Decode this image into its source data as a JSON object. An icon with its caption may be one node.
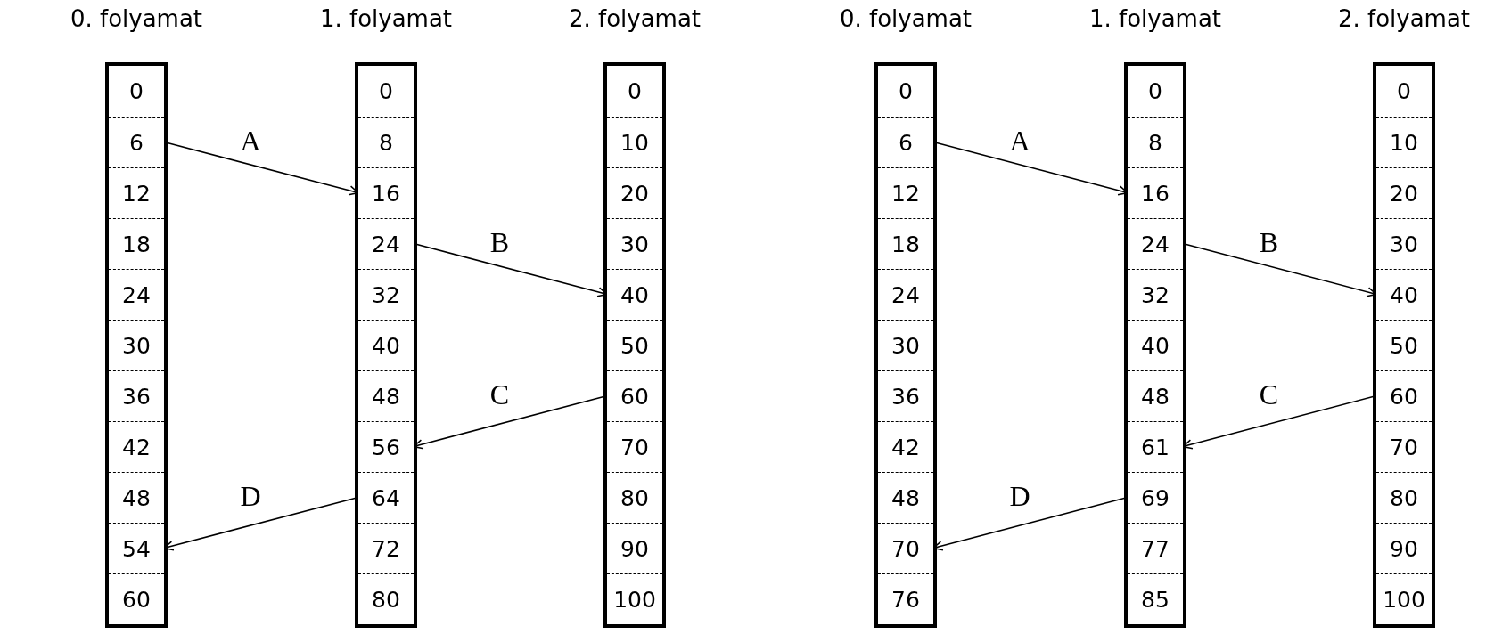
{
  "diagram": {
    "nodes": [
      {
        "text": [
          "0. folyamat"
        ]
      },
      {
        "text": [
          "0"
        ],
        "in": 0
      },
      {
        "text": [
          "6"
        ],
        "in": 0
      },
      {
        "text": [
          "12"
        ],
        "in": 0
      },
      {
        "text": [
          "18"
        ],
        "in": 0
      },
      {
        "text": [
          "24"
        ],
        "in": 0
      },
      {
        "text": [
          "30"
        ],
        "in": 0
      },
      {
        "text": [
          "36"
        ],
        "in": 0
      },
      {
        "text": [
          "42"
        ],
        "in": 0
      },
      {
        "text": [
          "48"
        ],
        "in": 0
      },
      {
        "text": [
          "54"
        ],
        "in": 0
      },
      {
        "text": [
          "60"
        ],
        "in": 0
      },
      {
        "text": [
          "1. folyamat"
        ]
      },
      {
        "text": [
          "0"
        ],
        "in": 12
      },
      {
        "text": [
          "8"
        ],
        "in": 12
      },
      {
        "text": [
          "16"
        ],
        "in": 12
      },
      {
        "text": [
          "24"
        ],
        "in": 12
      },
      {
        "text": [
          "32"
        ],
        "in": 12
      },
      {
        "text": [
          "40"
        ],
        "in": 12
      },
      {
        "text": [
          "48"
        ],
        "in": 12
      },
      {
        "text": [
          "56"
        ],
        "in": 12
      },
      {
        "text": [
          "64"
        ],
        "in": 12
      },
      {
        "text": [
          "72"
        ],
        "in": 12
      },
      {
        "text": [
          "80"
        ],
        "in": 12
      },
      {
        "text": [
          "2. folyamat"
        ]
      },
      {
        "text": [
          "0"
        ],
        "in": 24
      },
      {
        "text": [
          "10"
        ],
        "in": 24
      },
      {
        "text": [
          "20"
        ],
        "in": 24
      },
      {
        "text": [
          "30"
        ],
        "in": 24
      },
      {
        "text": [
          "40"
        ],
        "in": 24
      },
      {
        "text": [
          "50"
        ],
        "in": 24
      },
      {
        "text": [
          "60"
        ],
        "in": 24
      },
      {
        "text": [
          "70"
        ],
        "in": 24
      },
      {
        "text": [
          "80"
        ],
        "in": 24
      },
      {
        "text": [
          "90"
        ],
        "in": 24
      },
      {
        "text": [
          "100"
        ],
        "in": 24
      },
      {
        "text": [
          "0. folyamat"
        ]
      },
      {
        "text": [
          "0"
        ],
        "in": 36
      },
      {
        "text": [
          "6"
        ],
        "in": 36
      },
      {
        "text": [
          "12"
        ],
        "in": 36
      },
      {
        "text": [
          "18"
        ],
        "in": 36
      },
      {
        "text": [
          "24"
        ],
        "in": 36
      },
      {
        "text": [
          "30"
        ],
        "in": 36
      },
      {
        "text": [
          "36"
        ],
        "in": 36
      },
      {
        "text": [
          "42"
        ],
        "in": 36
      },
      {
        "text": [
          "48"
        ],
        "in": 36
      },
      {
        "text": [
          "70"
        ],
        "in": 36
      },
      {
        "text": [
          "76"
        ],
        "in": 36
      },
      {
        "text": [
          "1. folyamat"
        ]
      },
      {
        "text": [
          "0"
        ],
        "in": 48
      },
      {
        "text": [
          "8"
        ],
        "in": 48
      },
      {
        "text": [
          "16"
        ],
        "in": 48
      },
      {
        "text": [
          "24"
        ],
        "in": 48
      },
      {
        "text": [
          "32"
        ],
        "in": 48
      },
      {
        "text": [
          "40"
        ],
        "in": 48
      },
      {
        "text": [
          "48"
        ],
        "in": 48
      },
      {
        "text": [
          "61"
        ],
        "in": 48
      },
      {
        "text": [
          "69"
        ],
        "in": 48
      },
      {
        "text": [
          "77"
        ],
        "in": 48
      },
      {
        "text": [
          "85"
        ],
        "in": 48
      },
      {
        "text": [
          "2. folyamat"
        ]
      },
      {
        "text": [
          "0"
        ],
        "in": 60
      },
      {
        "text": [
          "10"
        ],
        "in": 60
      },
      {
        "text": [
          "20"
        ],
        "in": 60
      },
      {
        "text": [
          "30"
        ],
        "in": 60
      },
      {
        "text": [
          "40"
        ],
        "in": 60
      },
      {
        "text": [
          "50"
        ],
        "in": 60
      },
      {
        "text": [
          "60"
        ],
        "in": 60
      },
      {
        "text": [
          "70"
        ],
        "in": 60
      },
      {
        "text": [
          "80"
        ],
        "in": 60
      },
      {
        "text": [
          "90"
        ],
        "in": 60
      },
      {
        "text": [
          "100"
        ],
        "in": 60
      }
    ],
    "edges": [
      {
        "from": 2,
        "to": 15,
        "arrow": "to",
        "label": "A"
      },
      {
        "from": 16,
        "to": 29,
        "arrow": "to",
        "label": "B"
      },
      {
        "from": 31,
        "to": 20,
        "arrow": "to",
        "label": "C"
      },
      {
        "from": 21,
        "to": 10,
        "arrow": "to",
        "label": "D"
      },
      {
        "from": 38,
        "to": 51,
        "arrow": "to",
        "label": "A"
      },
      {
        "from": 52,
        "to": 65,
        "arrow": "to",
        "label": "B"
      },
      {
        "from": 67,
        "to": 56,
        "arrow": "to",
        "label": "C"
      },
      {
        "from": 57,
        "to": 46,
        "arrow": "to",
        "label": "D"
      }
    ]
  }
}
